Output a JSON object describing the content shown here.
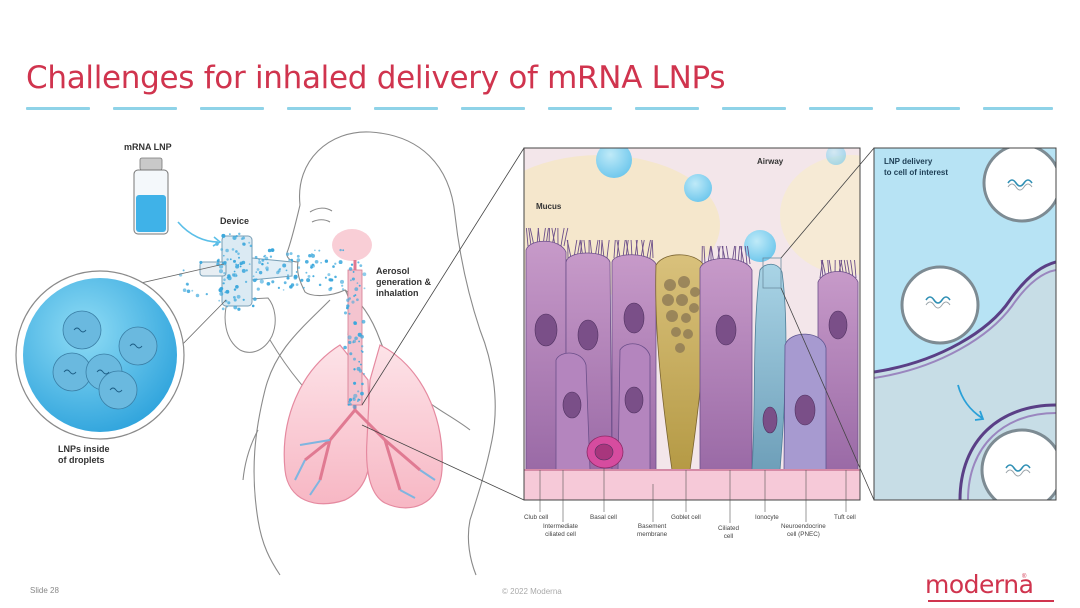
{
  "slide": {
    "title": "Challenges for inhaled delivery of mRNA LNPs",
    "slide_number": "Slide 28",
    "copyright": "© 2022 Moderna",
    "logo_text": "moderna",
    "logo_mark": "®"
  },
  "left_panel": {
    "vial_label": "mRNA LNP",
    "device_label": "Device",
    "aerosol_label_1": "Aerosol",
    "aerosol_label_2": "generation &",
    "aerosol_label_3": "inhalation",
    "droplets_label_1": "LNPs inside",
    "droplets_label_2": "of droplets"
  },
  "airway_panel": {
    "airway_label": "Airway",
    "mucus_label": "Mucus",
    "cell_labels": {
      "club": "Club cell",
      "intermediate_1": "Intermediate",
      "intermediate_2": "ciliated cell",
      "basal": "Basal cell",
      "basement_1": "Basement",
      "basement_2": "membrane",
      "goblet": "Goblet cell",
      "ciliated_1": "Ciliated",
      "ciliated_2": "cell",
      "ionocyte": "Ionocyte",
      "neuro_1": "Neuroendocrine",
      "neuro_2": "cell (PNEC)",
      "tuft": "Tuft cell"
    }
  },
  "lnp_panel": {
    "label_1": "LNP delivery",
    "label_2": "to cell of interest"
  },
  "colors": {
    "brand": "#d0344e",
    "dash": "#8fd3e8",
    "droplet": "#4fb6e6",
    "lnp_bg": "#a9ddf1"
  }
}
